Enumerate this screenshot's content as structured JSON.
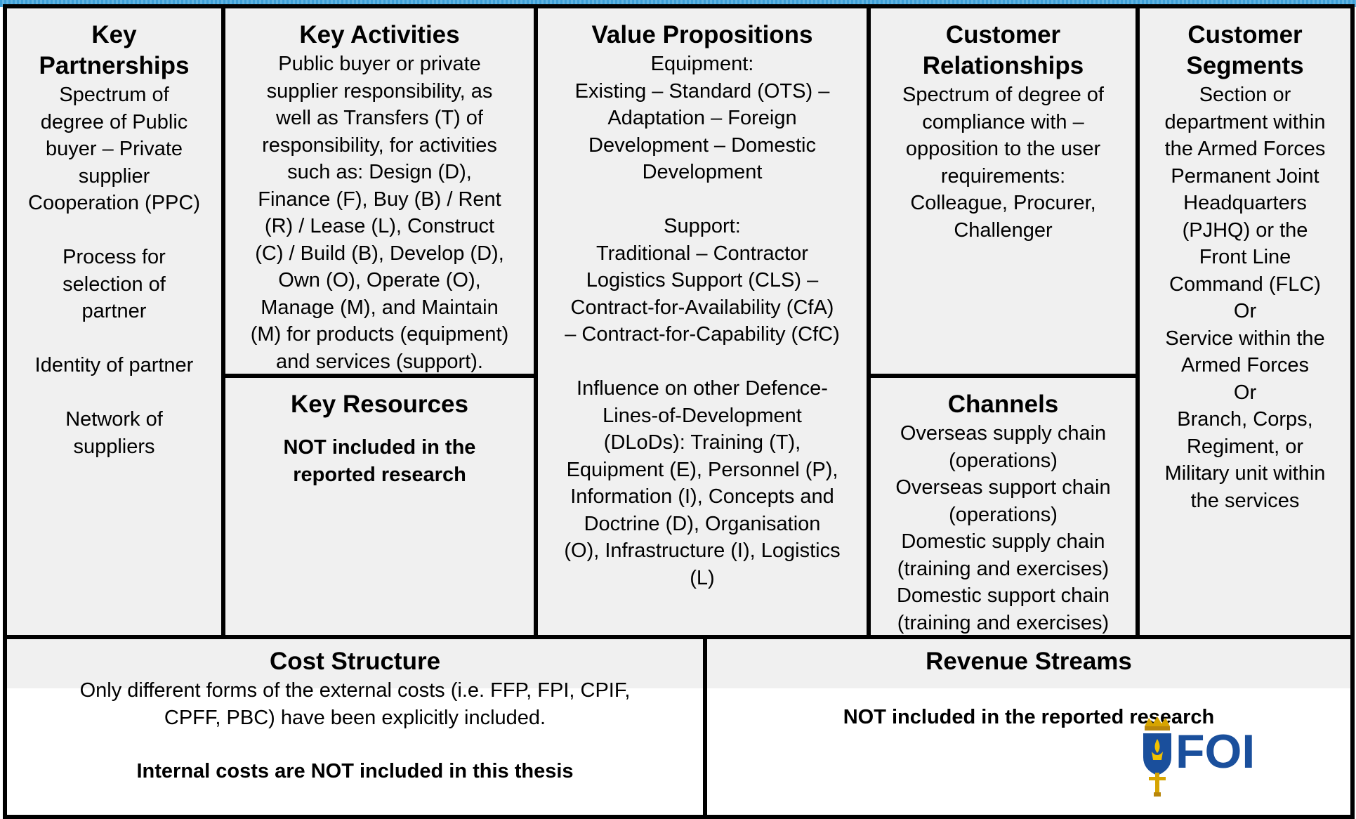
{
  "canvas": {
    "key_partnerships": {
      "title": "Key\nPartnerships",
      "body": "Spectrum of\ndegree of Public\nbuyer –  Private\nsupplier\nCooperation (PPC)\n\nProcess for\nselection of\npartner\n\nIdentity of partner\n\nNetwork of\nsuppliers"
    },
    "key_activities": {
      "title": "Key Activities",
      "body": "Public buyer or private\nsupplier responsibility, as\nwell as Transfers (T) of\nresponsibility, for activities\nsuch as: Design (D),\nFinance (F), Buy (B) / Rent\n(R) / Lease (L), Construct\n(C) / Build (B), Develop (D),\nOwn (O), Operate (O),\nManage (M), and Maintain\n(M) for products (equipment)\nand services (support)."
    },
    "key_resources": {
      "title": "Key Resources",
      "body": "NOT included in the\nreported research"
    },
    "value_propositions": {
      "title": "Value Propositions",
      "body": "Equipment:\nExisting – Standard (OTS) –\nAdaptation – Foreign\nDevelopment – Domestic\nDevelopment\n\nSupport:\nTraditional – Contractor\nLogistics Support (CLS) –\nContract-for-Availability (CfA)\n– Contract-for-Capability (CfC)\n\nInfluence on other Defence-\nLines-of-Development\n(DLoDs): Training (T),\nEquipment (E), Personnel (P),\nInformation (I), Concepts and\nDoctrine (D), Organisation\n(O), Infrastructure (I), Logistics\n(L)"
    },
    "customer_relationships": {
      "title": "Customer\nRelationships",
      "body": "Spectrum of degree of\ncompliance with –\nopposition to the user\nrequirements:\nColleague, Procurer,\nChallenger"
    },
    "channels": {
      "title": "Channels",
      "body": "Overseas supply chain\n(operations)\nOverseas support chain\n(operations)\nDomestic supply chain\n(training and exercises)\nDomestic support chain\n(training and exercises)"
    },
    "customer_segments": {
      "title": "Customer\nSegments",
      "body": "Section or\ndepartment within\nthe Armed Forces\nPermanent Joint\nHeadquarters\n(PJHQ) or the\nFront Line\nCommand (FLC)\nOr\nService within the\nArmed Forces\nOr\nBranch, Corps,\nRegiment, or\nMilitary unit within\nthe services"
    },
    "cost_structure": {
      "title": "Cost Structure",
      "body": "Only different forms of the external costs (i.e. FFP, FPI, CPIF,\nCPFF, PBC) have been explicitly included.",
      "note": "Internal costs are NOT included in this thesis"
    },
    "revenue_streams": {
      "title": "Revenue Streams",
      "body": "NOT included in the reported research"
    }
  },
  "logo": {
    "text": "FOI",
    "icon": "swedish-crest-icon",
    "color": "#1a4f9c",
    "accent": "#f2c200"
  }
}
